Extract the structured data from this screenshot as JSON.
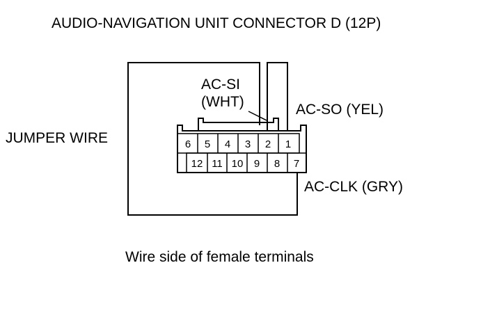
{
  "title": "AUDIO-NAVIGATION UNIT CONNECTOR D (12P)",
  "caption": "Wire side of female terminals",
  "labels": {
    "jumper_wire": "JUMPER WIRE",
    "ac_si_line1": "AC-SI",
    "ac_si_line2": "(WHT)",
    "ac_so": "AC-SO (YEL)",
    "ac_clk": "AC-CLK (GRY)"
  },
  "connector": {
    "top_row": [
      "6",
      "5",
      "4",
      "3",
      "2",
      "1"
    ],
    "bottom_row": [
      "12",
      "11",
      "10",
      "9",
      "8",
      "7"
    ]
  }
}
